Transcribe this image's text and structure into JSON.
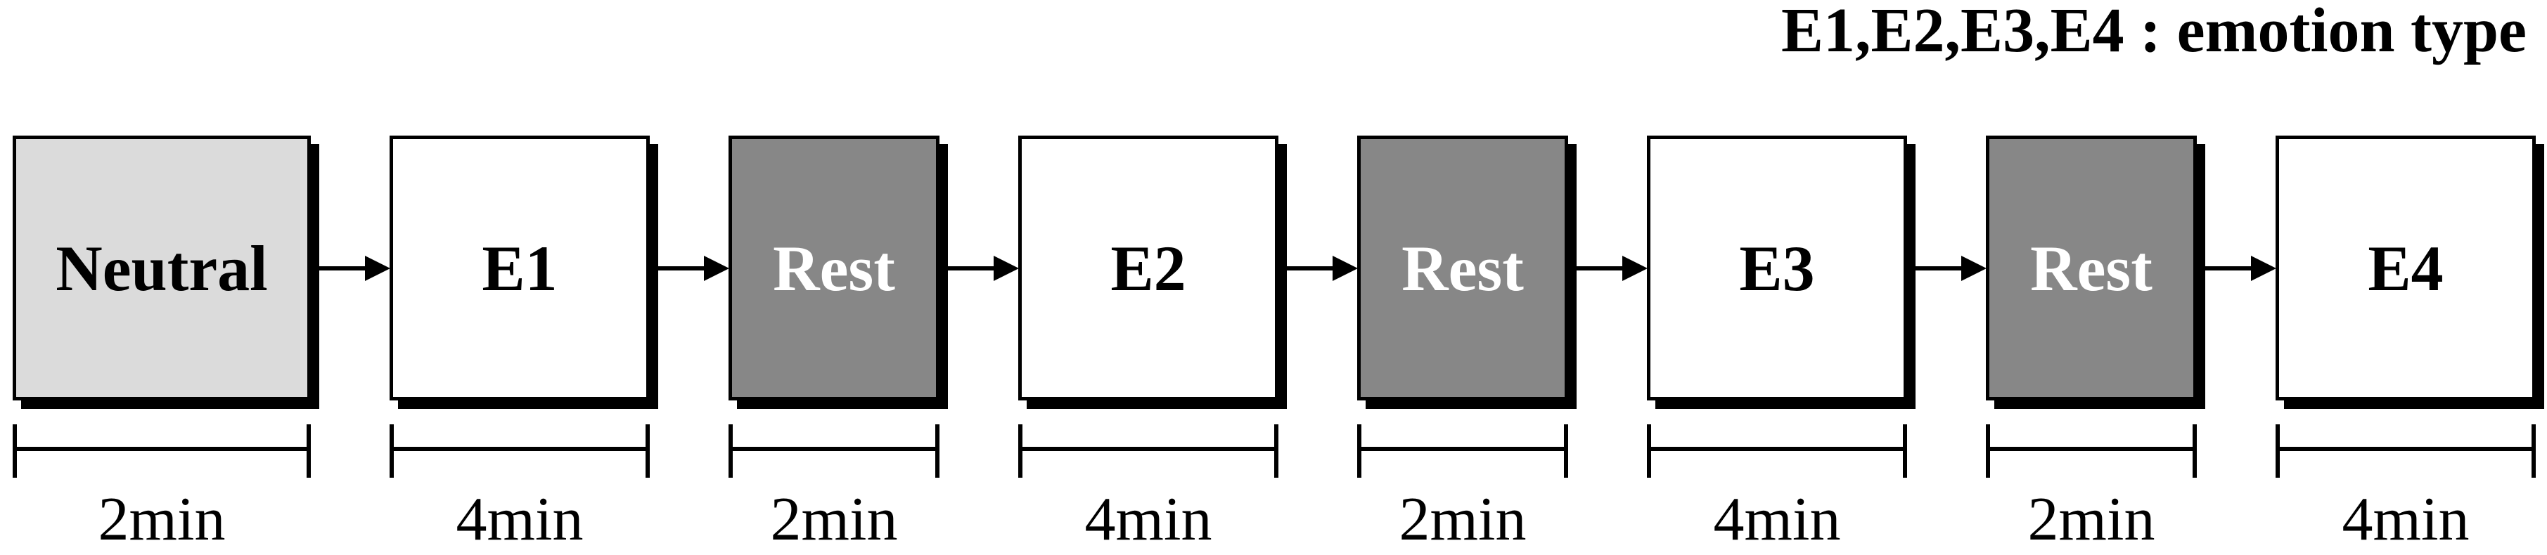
{
  "legend": {
    "text": "E1,E2,E3,E4 : emotion type"
  },
  "colors": {
    "neutral_fill": "#dbdbdb",
    "emotion_fill": "#ffffff",
    "rest_fill": "#878787",
    "border": "#000000",
    "rest_text": "#ffffff",
    "text": "#000000"
  },
  "sequence": [
    {
      "label": "Neutral",
      "type": "neutral",
      "duration": "2min"
    },
    {
      "label": "E1",
      "type": "emotion",
      "duration": "4min"
    },
    {
      "label": "Rest",
      "type": "rest",
      "duration": "2min"
    },
    {
      "label": "E2",
      "type": "emotion",
      "duration": "4min"
    },
    {
      "label": "Rest",
      "type": "rest",
      "duration": "2min"
    },
    {
      "label": "E3",
      "type": "emotion",
      "duration": "4min"
    },
    {
      "label": "Rest",
      "type": "rest",
      "duration": "2min"
    },
    {
      "label": "E4",
      "type": "emotion",
      "duration": "4min"
    }
  ],
  "arrow_icon": "right-arrow"
}
